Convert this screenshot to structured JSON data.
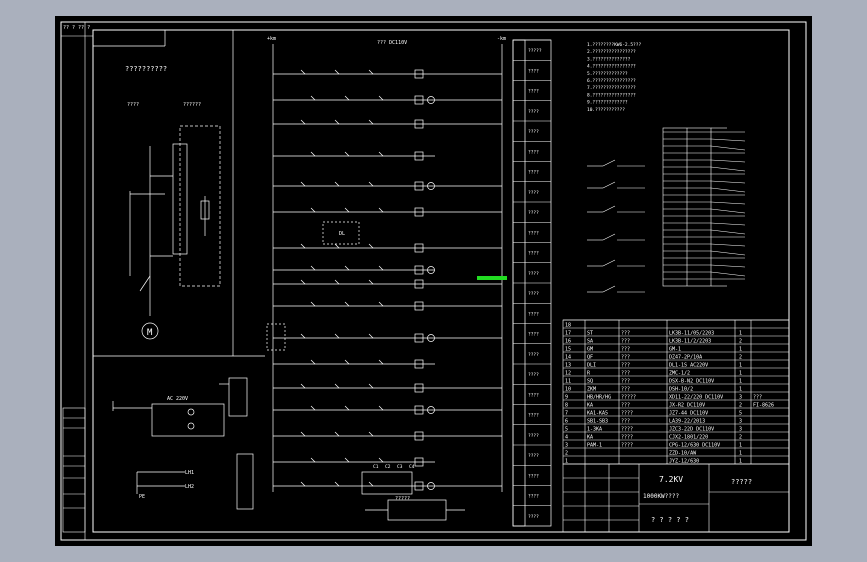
{
  "title_block": {
    "voltage": "7.2KV",
    "project": "1000KW????",
    "drawing_name": "?????",
    "drawing_no": "? ? ? ? ?"
  },
  "left_panel": {
    "title": "??????????",
    "sub_left": "????",
    "sub_right": "??????",
    "motor": "M",
    "heater_label": "AC 220V",
    "bottom_label_1": "LH1",
    "bottom_label_2": "LH2",
    "pe": "PE"
  },
  "control": {
    "bus_left": "+km",
    "bus_right": "-km",
    "bus_label": "??? DC110V",
    "terminal_bottom": "?????",
    "indicator_l": "DL",
    "counter_labels": [
      "C1",
      "C2",
      "C3",
      "C4"
    ]
  },
  "function_column": [
    "?????",
    "????",
    "????",
    "????",
    "????",
    "????",
    "????",
    "????",
    "????",
    "????",
    "????",
    "????",
    "????",
    "????",
    "????",
    "????",
    "????",
    "????",
    "????",
    "????",
    "????",
    "????",
    "????",
    "????"
  ],
  "notes": [
    "1.????????KW6-2.5???",
    "2.????????????????",
    "3.??????????????",
    "4.????????????????",
    "5.?????????????",
    "6.????????????????",
    "7.????????????????",
    "8.????????????????",
    "9.?????????????",
    "10.???????????"
  ],
  "bom": {
    "rows": [
      {
        "no": "18",
        "code": "",
        "name": "",
        "model": "",
        "qty": "",
        "note": ""
      },
      {
        "no": "17",
        "code": "ST",
        "name": "???",
        "model": "LK3B-11/05/2203",
        "qty": "1",
        "note": ""
      },
      {
        "no": "16",
        "code": "SA",
        "name": "???",
        "model": "LK3B-11/2/2203",
        "qty": "2",
        "note": ""
      },
      {
        "no": "15",
        "code": "GM",
        "name": "???",
        "model": "GM-1",
        "qty": "1",
        "note": ""
      },
      {
        "no": "14",
        "code": "QF",
        "name": "???",
        "model": "DZ47-2P/10A",
        "qty": "2",
        "note": ""
      },
      {
        "no": "13",
        "code": "DLI",
        "name": "???",
        "model": "DL1-1S  AC220V",
        "qty": "1",
        "note": ""
      },
      {
        "no": "12",
        "code": "R",
        "name": "???",
        "model": "ZMC-1/2",
        "qty": "1",
        "note": ""
      },
      {
        "no": "11",
        "code": "SQ",
        "name": "???",
        "model": "DSX-B-N2  DC110V",
        "qty": "1",
        "note": ""
      },
      {
        "no": "10",
        "code": "ZKM",
        "name": "???",
        "model": "DSH-10/2",
        "qty": "1",
        "note": ""
      },
      {
        "no": "9",
        "code": "HB/HR/HG",
        "name": "?????",
        "model": "XD11-22/220  DC110V",
        "qty": "3",
        "note": "???"
      },
      {
        "no": "8",
        "code": "KA",
        "name": "???",
        "model": "JX-R2  DC110V",
        "qty": "2",
        "note": "FI-8626"
      },
      {
        "no": "7",
        "code": "KA1-KA5",
        "name": "????",
        "model": "JZ7-44  DC110V",
        "qty": "5",
        "note": ""
      },
      {
        "no": "6",
        "code": "SB1-SB3",
        "name": "???",
        "model": "LA39-22/2013",
        "qty": "3",
        "note": ""
      },
      {
        "no": "5",
        "code": "1-3KA",
        "name": "????",
        "model": "JZC3-22D  DC110V",
        "qty": "3",
        "note": ""
      },
      {
        "no": "4",
        "code": "KA",
        "name": "????",
        "model": "CJX2-1801/220",
        "qty": "2",
        "note": ""
      },
      {
        "no": "3",
        "code": "PAM-1",
        "name": "????",
        "model": "CPG-12/630  DC110V",
        "qty": "1",
        "note": ""
      },
      {
        "no": "2",
        "code": "",
        "name": "",
        "model": "ZZD-10/AW",
        "qty": "1",
        "note": ""
      },
      {
        "no": "1",
        "code": "",
        "name": "",
        "model": "JYZ-12/630",
        "qty": "1",
        "note": ""
      }
    ]
  },
  "colors": {
    "background": "#000000",
    "line": "#ffffff",
    "highlight": "#22dd22",
    "outer": "#aab0bd"
  }
}
